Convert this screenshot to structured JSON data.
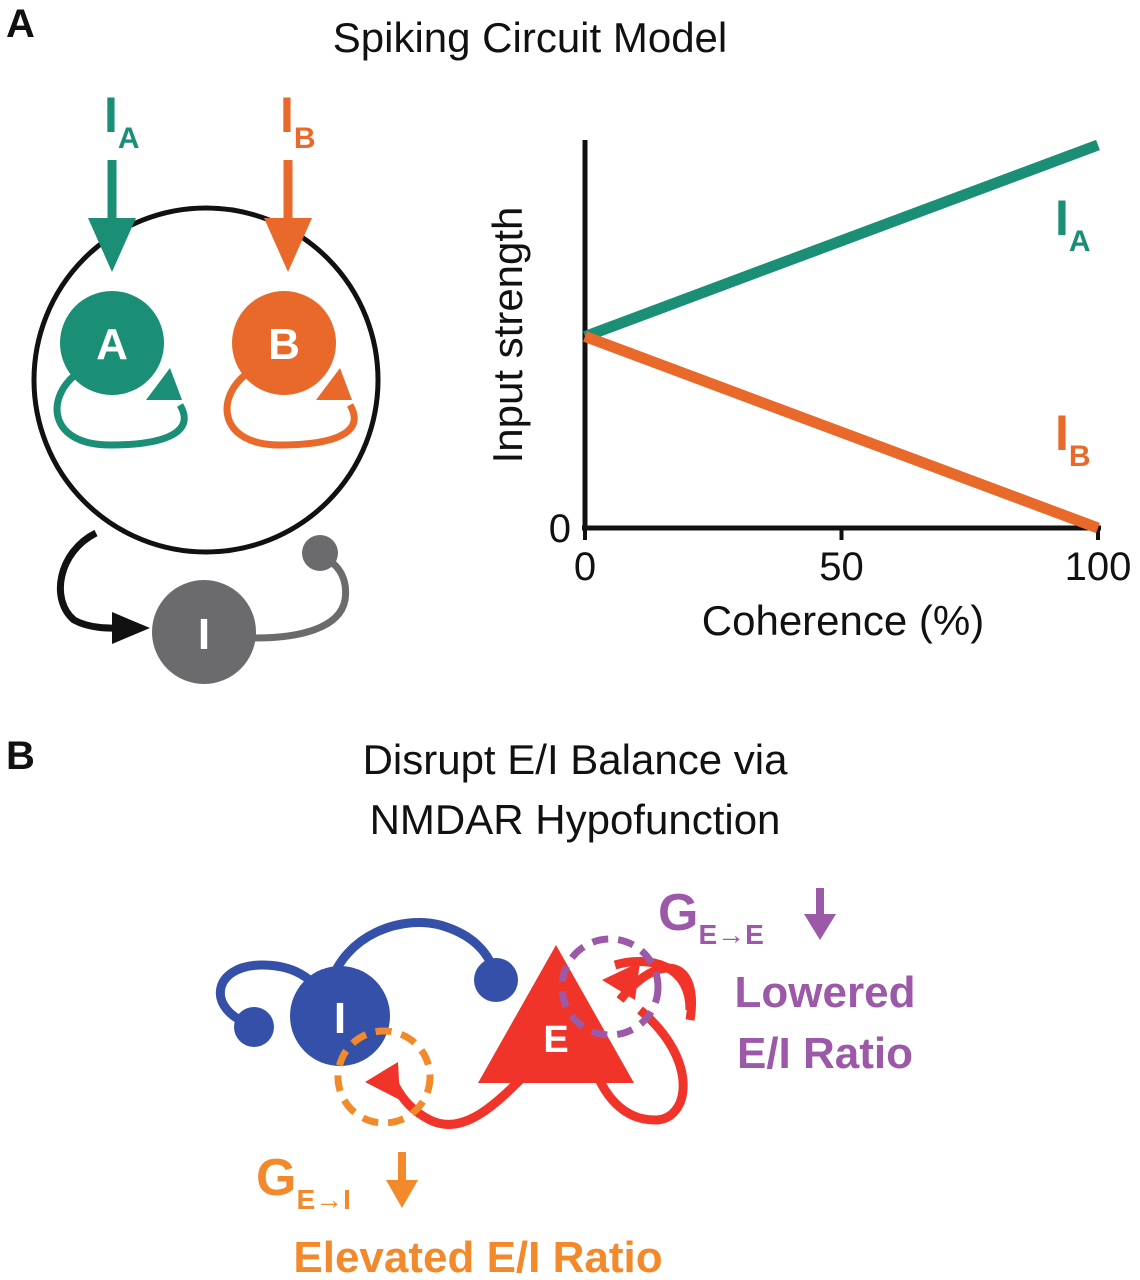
{
  "panel_a": {
    "letter": "A",
    "title": "Spiking Circuit Model",
    "input_a": {
      "main": "I",
      "sub": "A"
    },
    "input_b": {
      "main": "I",
      "sub": "B"
    },
    "pop_a": "A",
    "pop_b": "B",
    "inhib": "I",
    "colors": {
      "teal": "#1a8f76",
      "orange": "#e8692a",
      "gray": "#6b6b6e",
      "black": "#111111"
    }
  },
  "chart_data": {
    "type": "line",
    "xlabel": "Coherence (%)",
    "ylabel": "Input strength",
    "xlim": [
      0,
      100
    ],
    "x_ticks": [
      0,
      50,
      100
    ],
    "y_ticks": [
      0
    ],
    "series": [
      {
        "name": "I",
        "sub": "A",
        "color": "#1a8f76",
        "x": [
          0,
          100
        ],
        "y": [
          0.5,
          1.0
        ]
      },
      {
        "name": "I",
        "sub": "B",
        "color": "#e8692a",
        "x": [
          0,
          100
        ],
        "y": [
          0.5,
          0.0
        ]
      }
    ]
  },
  "panel_b": {
    "letter": "B",
    "title_line1": "Disrupt E/I Balance via",
    "title_line2": "NMDAR Hypofunction",
    "inhib": "I",
    "excit": "E",
    "gee": {
      "main": "G",
      "sub": "E→E",
      "arrow": "↓",
      "line1": "Lowered",
      "line2": "E/I Ratio"
    },
    "gei": {
      "main": "G",
      "sub": "E→I",
      "arrow": "↓",
      "line1": "Elevated E/I Ratio"
    },
    "colors": {
      "blue": "#3550a8",
      "red": "#f0342a",
      "purple": "#9b59a8",
      "orange": "#f28a2c"
    }
  }
}
